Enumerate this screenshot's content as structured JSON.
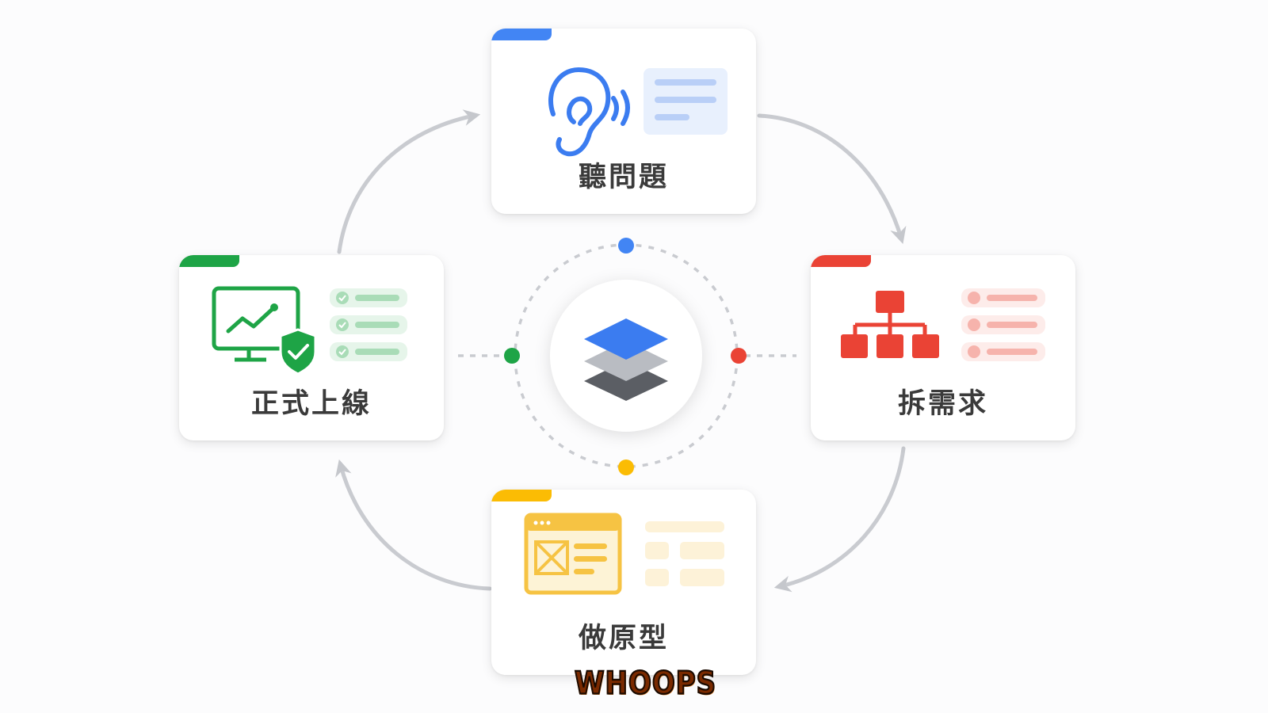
{
  "diagram": {
    "nodes": [
      {
        "id": "listen",
        "label": "聽問題",
        "accent": "#4285f4"
      },
      {
        "id": "split",
        "label": "拆需求",
        "accent": "#ea4335"
      },
      {
        "id": "proto",
        "label": "做原型",
        "accent": "#fbbc04"
      },
      {
        "id": "launch",
        "label": "正式上線",
        "accent": "#1ea446"
      }
    ],
    "center_icon": "stacked-layers-icon",
    "flow": "clockwise-cycle"
  },
  "overlay": {
    "badge_text": "WHOOPS"
  },
  "colors": {
    "arrow": "#c5c7cc",
    "dots": "#c9cbd0",
    "layer_top": "#3b7cf0",
    "layer_mid": "#b9bcc2",
    "layer_bottom": "#5b5e64"
  }
}
